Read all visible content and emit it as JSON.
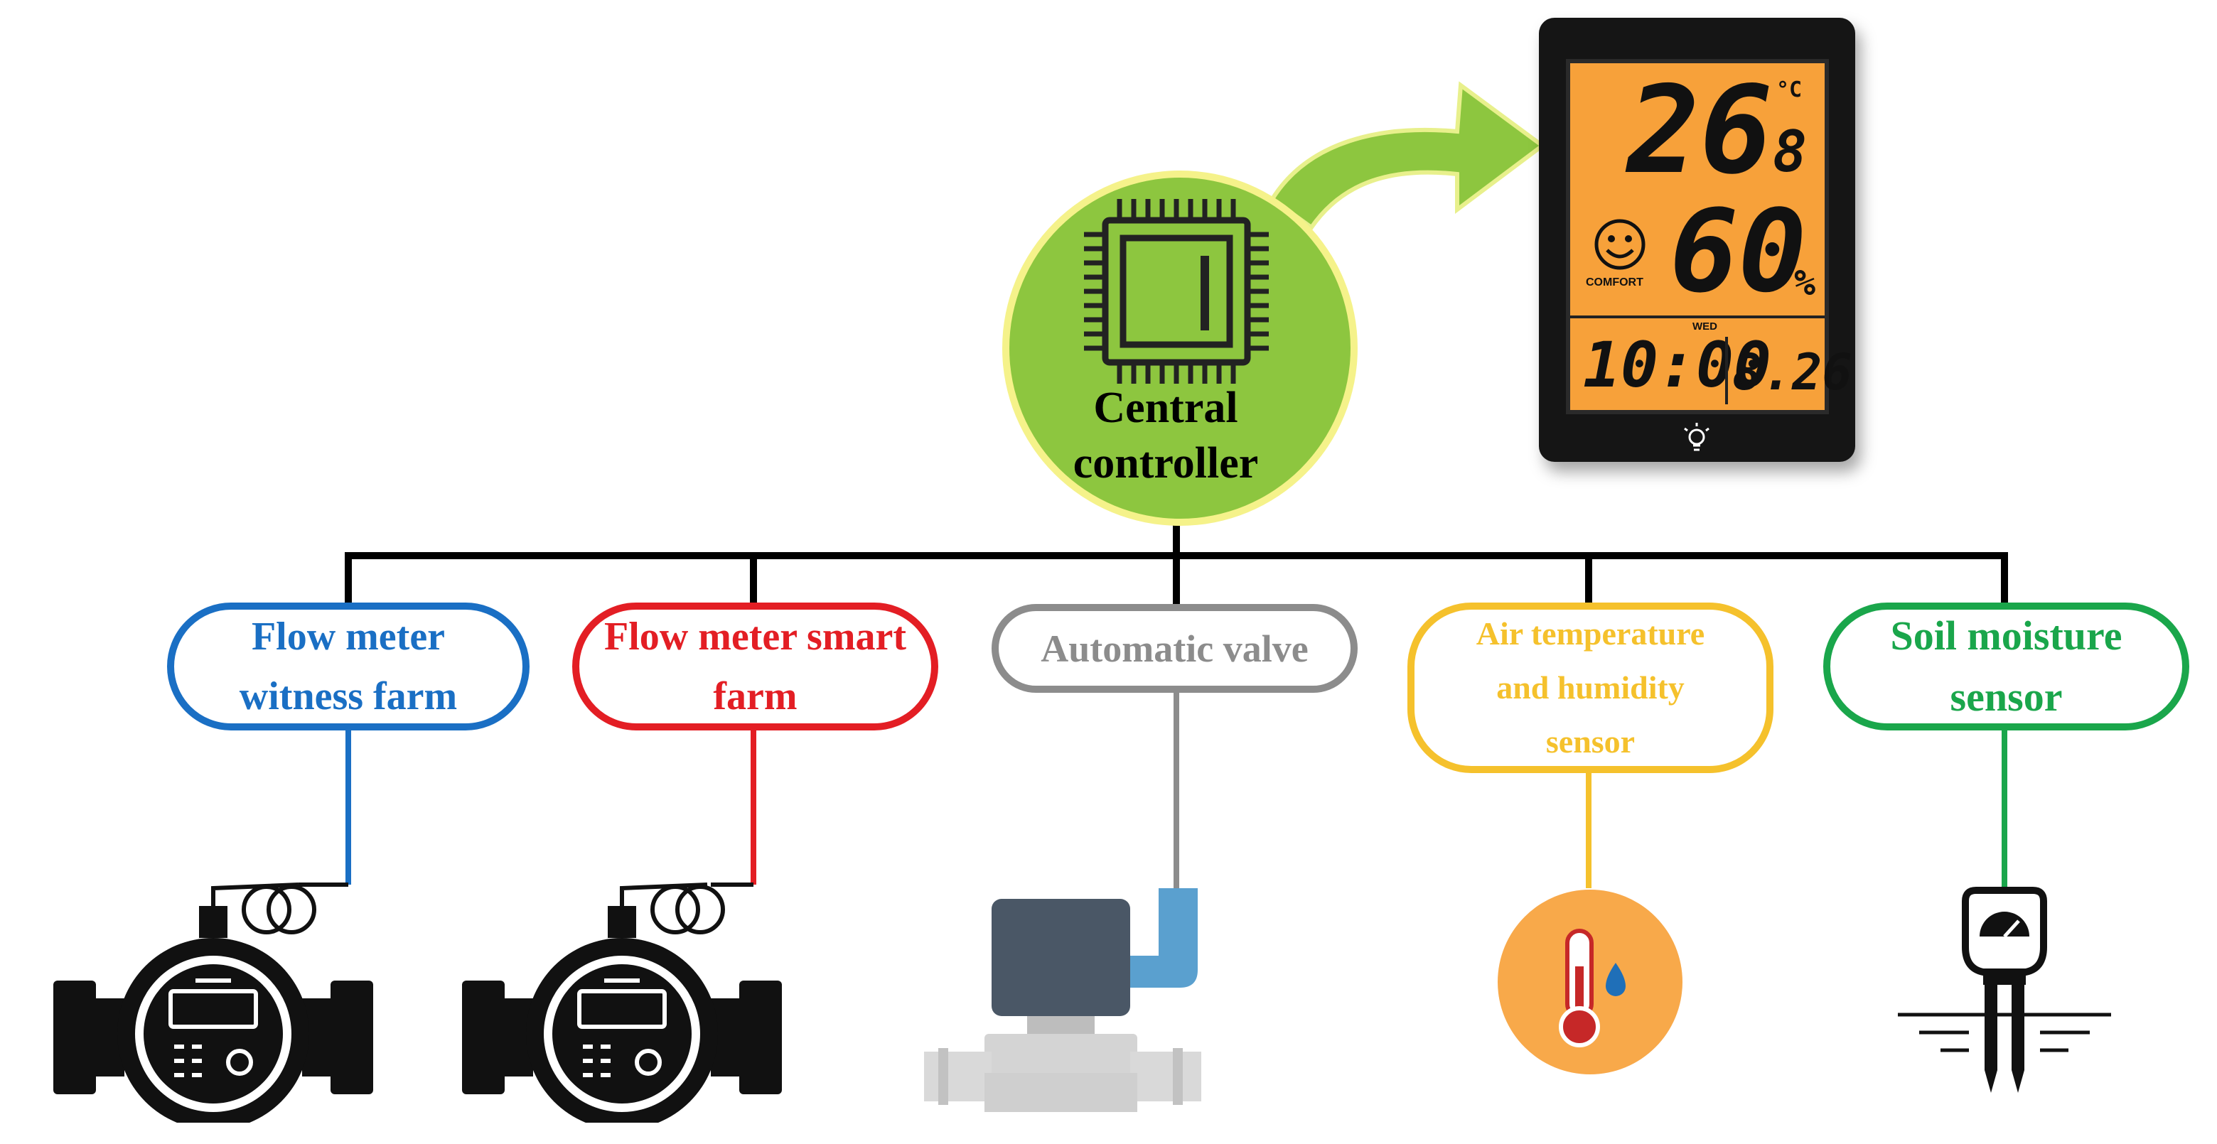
{
  "controller": {
    "label": "Central controller",
    "fill_color": "#8dc63f",
    "glow_color": "#f5f28a",
    "icon": "cpu-chip-icon"
  },
  "display_device": {
    "icon": "thermo-hygrometer-display",
    "screen_color": "#f7a13a",
    "temperature": "26",
    "temperature_decimal": "8",
    "temperature_unit": "°C",
    "humidity": "60",
    "humidity_unit": "%",
    "comfort_label": "COMFORT",
    "day": "WED",
    "time": "10:00",
    "date": "8.26",
    "arrow_color": "#8dc63f"
  },
  "nodes": [
    {
      "id": "flow-meter-witness",
      "lines": [
        "Flow meter",
        "witness farm"
      ],
      "color": "#1a6fc4",
      "icon": "flow-meter-icon"
    },
    {
      "id": "flow-meter-smart",
      "lines": [
        "Flow meter smart",
        "farm"
      ],
      "color": "#e31e24",
      "icon": "flow-meter-icon"
    },
    {
      "id": "automatic-valve",
      "lines": [
        "Automatic valve"
      ],
      "color": "#8c8c8c",
      "icon": "solenoid-valve-icon"
    },
    {
      "id": "air-temp-humidity",
      "lines": [
        "Air temperature",
        "and humidity",
        "sensor"
      ],
      "color": "#f5c12c",
      "icon": "thermometer-droplet-icon"
    },
    {
      "id": "soil-moisture",
      "lines": [
        "Soil moisture",
        "sensor"
      ],
      "color": "#1aa64b",
      "icon": "soil-moisture-probe-icon"
    }
  ]
}
